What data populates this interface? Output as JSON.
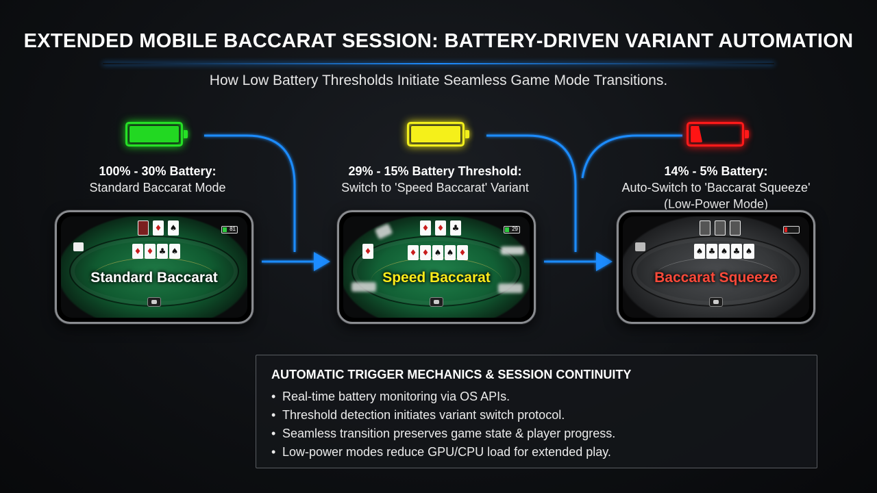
{
  "header": {
    "title": "EXTENDED MOBILE BACCARAT SESSION: BATTERY-DRIVEN VARIANT AUTOMATION",
    "subtitle": "How Low Battery Thresholds Initiate Seamless Game Mode Transitions."
  },
  "colors": {
    "accent_blue": "#1e8cff",
    "battery_green": "#22d822",
    "battery_yellow": "#f5f01a",
    "battery_red": "#ff1414"
  },
  "stages": [
    {
      "battery_icon": "battery-full-icon",
      "battery_level": 1.0,
      "head": "100% - 30% Battery:",
      "lines": [
        "Standard Baccarat Mode"
      ],
      "game_name": "Standard Baccarat",
      "mini_battery": "81"
    },
    {
      "battery_icon": "battery-threshold-icon",
      "battery_level": 1.0,
      "head": "29% - 15% Battery Threshold:",
      "lines": [
        "Switch to 'Speed Baccarat' Variant"
      ],
      "game_name": "Speed Baccarat",
      "mini_battery": "29"
    },
    {
      "battery_icon": "battery-low-icon",
      "battery_level": 0.24,
      "head": "14% - 5% Battery:",
      "lines": [
        "Auto-Switch to 'Baccarat Squeeze'",
        "(Low-Power Mode)"
      ],
      "game_name": "Baccarat Squeeze",
      "mini_battery": ""
    }
  ],
  "panel": {
    "title": "AUTOMATIC TRIGGER MECHANICS & SESSION CONTINUITY",
    "bullets": [
      "Real-time battery monitoring via OS APIs.",
      "Threshold detection initiates variant switch protocol.",
      "Seamless transition preserves game state & player progress.",
      "Low-power modes reduce GPU/CPU load for extended play."
    ]
  }
}
